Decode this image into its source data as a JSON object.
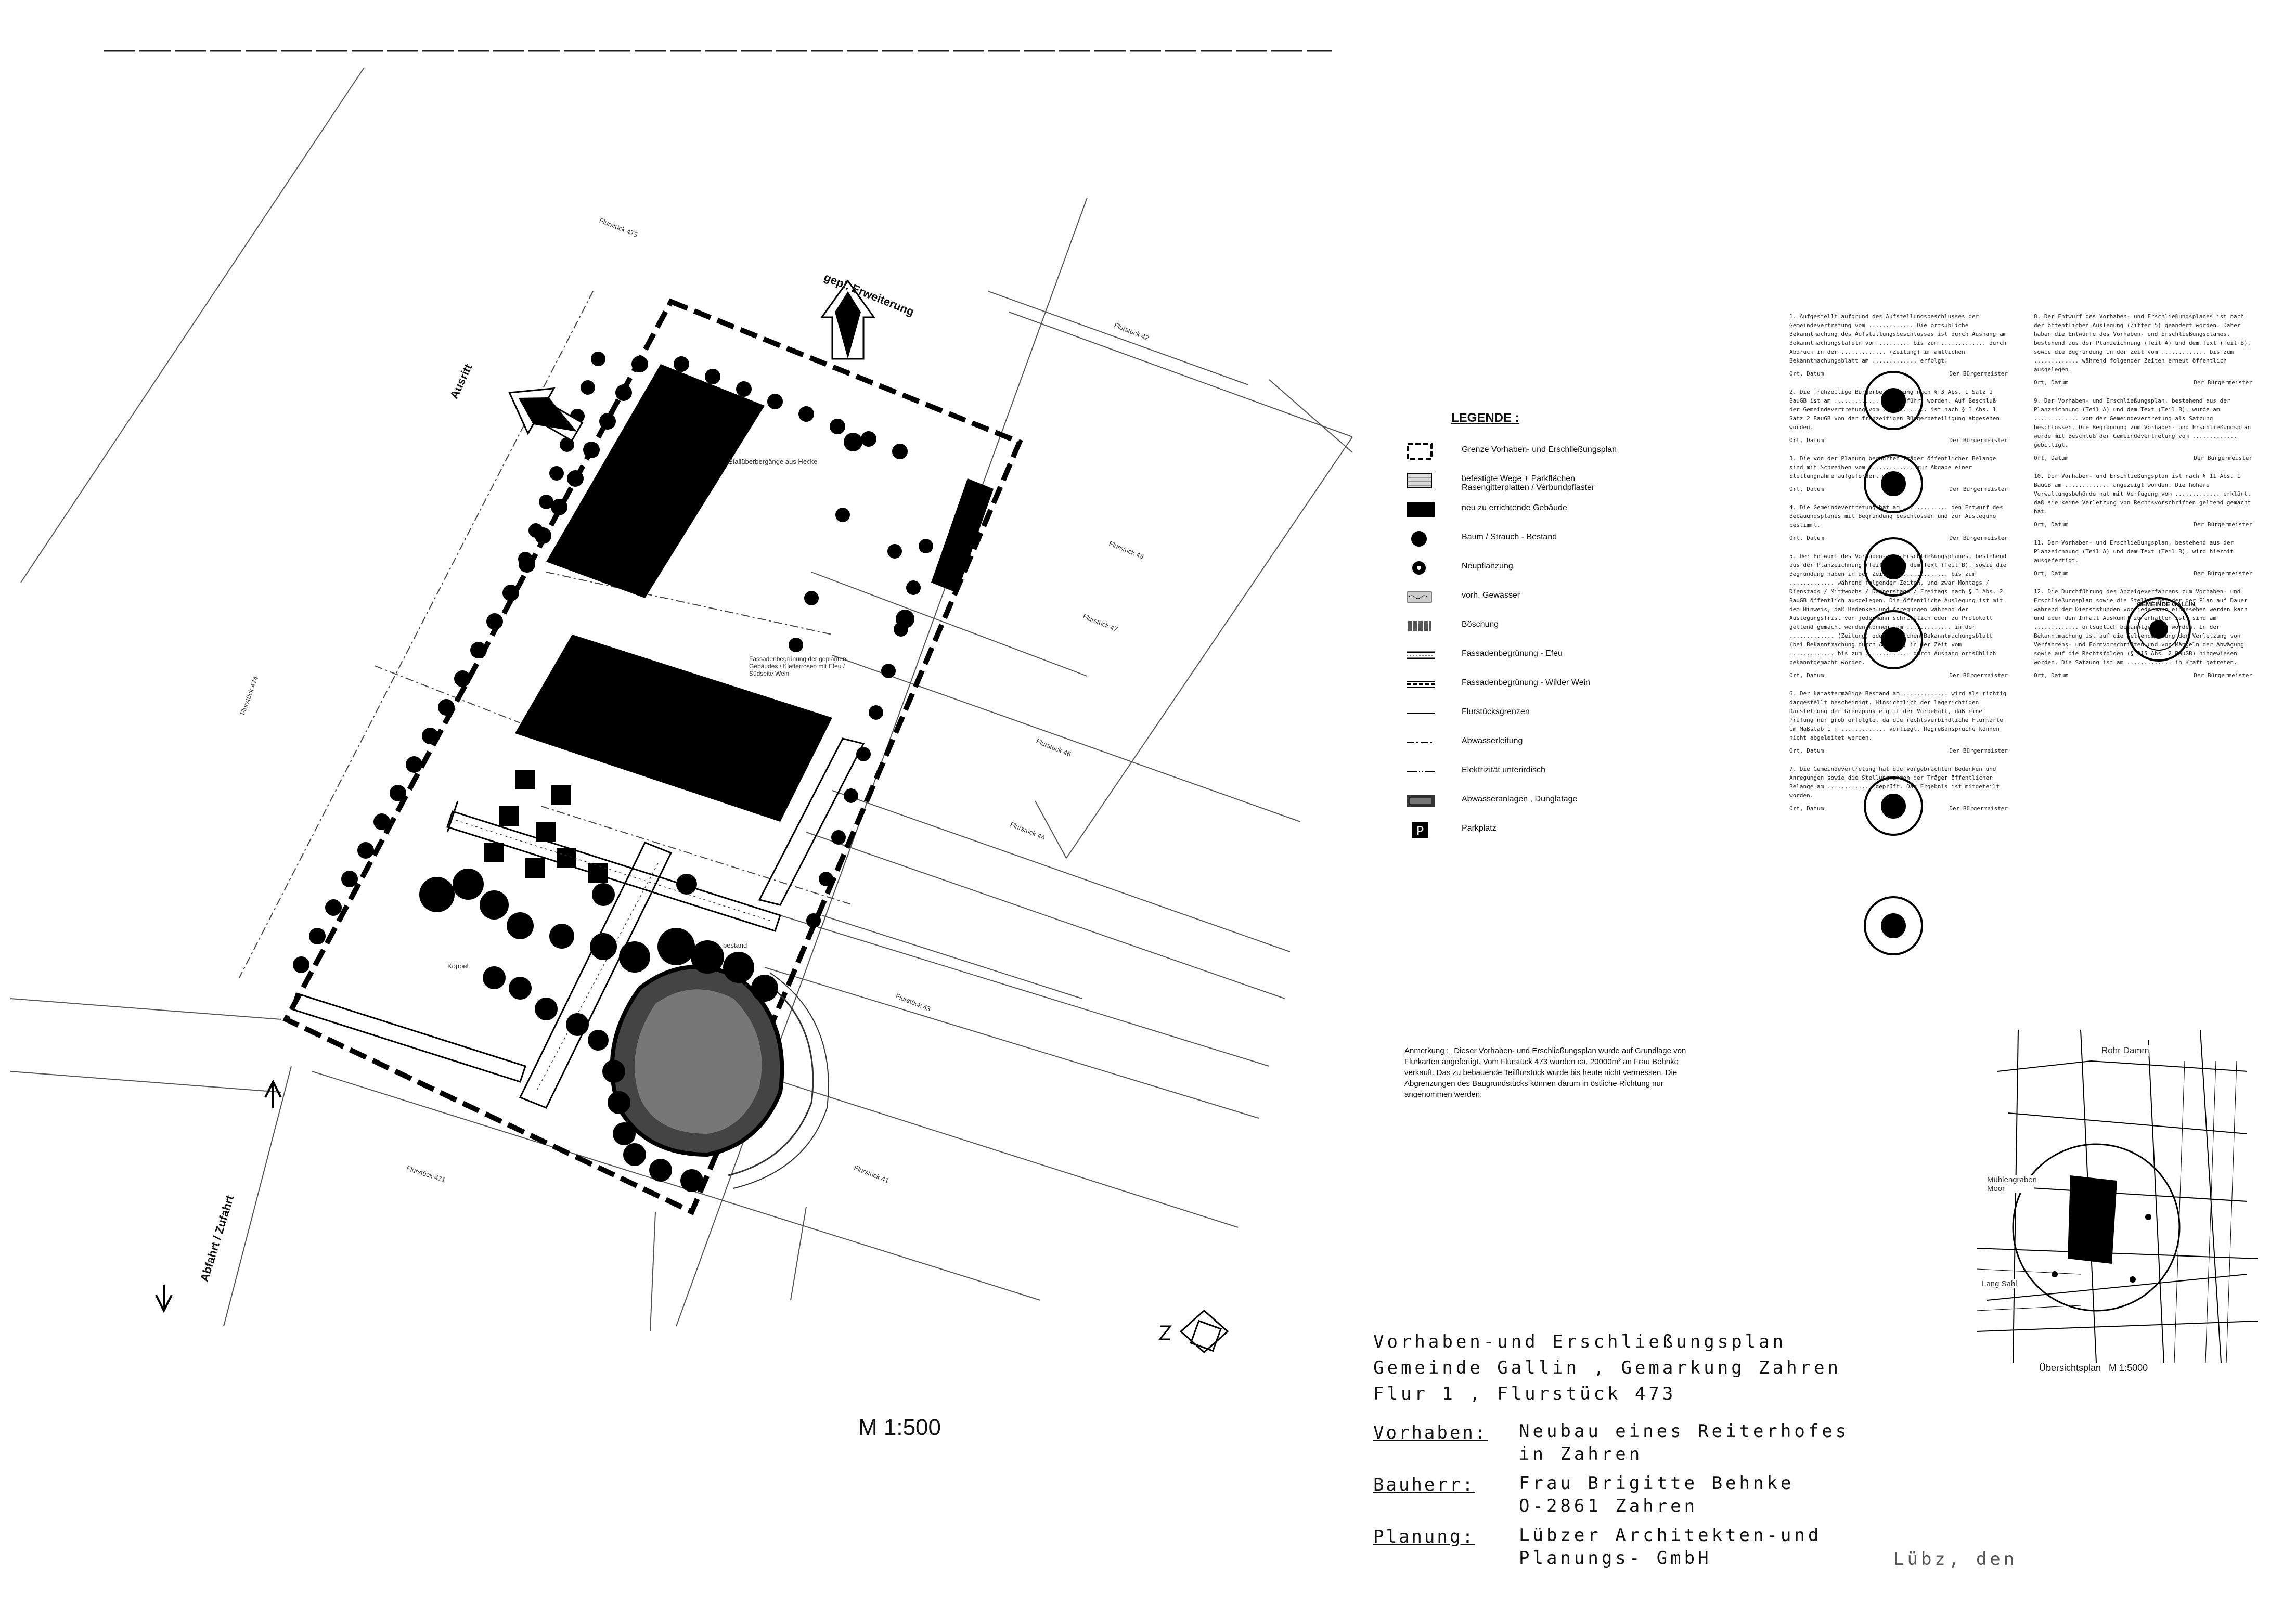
{
  "plan": {
    "labels": {
      "gepl_erweiterung": "gepl. Erweiterung",
      "ausritt": "Ausritt",
      "abfahrt_zufahrt": "Abfahrt / Zufahrt",
      "koppel": "Koppel",
      "bestand": "bestand",
      "parzelle_left": "Flurstück 474",
      "parzelle_bottom": "Flurstück 471",
      "note_buchenhecke": "Stallüberbergänge aus Hecke",
      "note_fassade": "Fassadenbegrünung der geplanten Gebäudes / Kletterrosen mit Efeu / Südseite Wein"
    },
    "lot_labels": [
      {
        "text": "Flurstück 475"
      },
      {
        "text": "Flurstück 48"
      },
      {
        "text": "Flurstück 47"
      },
      {
        "text": "Flurstück 46"
      },
      {
        "text": "Flurstück 44"
      },
      {
        "text": "Flurstück 43"
      },
      {
        "text": "Flurstück 42"
      },
      {
        "text": "Flurstück 41"
      }
    ]
  },
  "legend": {
    "title": "LEGENDE :",
    "items": [
      {
        "symbol": "dashed-boundary",
        "text": "Grenze Vorhaben- und Erschließungsplan"
      },
      {
        "symbol": "paved-hatch",
        "text": "befestigte Wege + Parkflächen\nRasengitterplatten / Verbundpflaster"
      },
      {
        "symbol": "building-black",
        "text": "neu zu errichtende Gebäude"
      },
      {
        "symbol": "tree-existing",
        "text": "Baum / Strauch - Bestand"
      },
      {
        "symbol": "tree-new",
        "text": "Neupflanzung"
      },
      {
        "symbol": "water",
        "text": "vorh. Gewässer"
      },
      {
        "symbol": "embankment",
        "text": "Böschung"
      },
      {
        "symbol": "facade-ivy",
        "text": "Fassadenbegrünung - Efeu"
      },
      {
        "symbol": "facade-vine",
        "text": "Fassadenbegrünung - Wilder Wein"
      },
      {
        "symbol": "parcel-line",
        "text": "Flurstücksgrenzen"
      },
      {
        "symbol": "sewer-line",
        "text": "Abwasserleitung"
      },
      {
        "symbol": "power-line",
        "text": "Elektrizität unterirdisch"
      },
      {
        "symbol": "sewage-plant",
        "text": "Abwasseranlagen , Dunglatage"
      },
      {
        "symbol": "parking",
        "text": "Parkplatz",
        "glyph": "P"
      }
    ]
  },
  "note": {
    "label": "Anmerkung :",
    "text": "Dieser Vorhaben- und Erschließungsplan wurde auf Grundlage von Flurkarten angefertigt. Vom Flurstück 473 wurden ca. 20000m² an Frau Behnke verkauft. Das zu bebauende Teilflurstück wurde bis heute nicht vermessen. Die Abgrenzungen des Baugrundstücks können darum in östliche Richtung nur angenommen werden."
  },
  "title_block": {
    "line1": "Vorhaben-und Erschließungsplan",
    "line2": "Gemeinde Gallin , Gemarkung Zahren",
    "line3": "Flur 1 , Flurstück 473",
    "vorhaben_label": "Vorhaben:",
    "vorhaben_value": "Neubau eines Reiterhofes\nin Zahren",
    "bauherr_label": "Bauherr:",
    "bauherr_value": "Frau Brigitte Behnke\nO-2861 Zahren",
    "planung_label": "Planung:",
    "planung_value": "Lübzer Architekten-und\nPlanungs- GmbH",
    "footer_sig": "Lübz, den"
  },
  "scale_main": "M 1:500",
  "overview": {
    "caption": "Übersichtsplan   M 1:5000",
    "place_labels": [
      "Rohr Damm",
      "Mühlengraben Moor",
      "Lang Sahl"
    ]
  },
  "procedure_notes": {
    "col1": [
      "1. Aufgestellt aufgrund des Aufstellungsbeschlusses der Gemeindevertretung vom ............. Die ortsübliche Bekanntmachung des Aufstellungsbeschlusses ist durch Aushang am Bekanntmachungstafeln vom ......... bis zum ............. durch Abdruck in der ............. (Zeitung) im amtlichen Bekanntmachungsblatt am ............. erfolgt.",
      "2. Die frühzeitige Bürgerbeteiligung nach § 3 Abs. 1 Satz 1 BauGB ist am ............. durchgeführt worden. Auf Beschluß der Gemeindevertretung vom ............. ist nach § 3 Abs. 1 Satz 2 BauGB von der frühzeitigen Bürgerbeteiligung abgesehen worden.",
      "3. Die von der Planung berührten Träger öffentlicher Belange sind mit Schreiben vom ............. zur Abgabe einer Stellungnahme aufgefordert worden.",
      "4. Die Gemeindevertretung hat am ............. den Entwurf des Bebauungsplanes mit Begründung beschlossen und zur Auslegung bestimmt.",
      "5. Der Entwurf des Vorhaben- und Erschließungsplanes, bestehend aus der Planzeichnung (Teil A) und dem Text (Teil B), sowie die Begründung haben in der Zeit vom ............. bis zum ............. während folgender Zeiten, und zwar Montags / Dienstags / Mittwochs / Donnerstags / Freitags nach § 3 Abs. 2 BauGB öffentlich ausgelegen. Die öffentliche Auslegung ist mit dem Hinweis, daß Bedenken und Anregungen während der Auslegungsfrist von jedermann schriftlich oder zu Protokoll geltend gemacht werden können, am ............. in der ............. (Zeitung) oder amtlichen Bekanntmachungsblatt (bei Bekanntmachung durch Aushang) in der Zeit vom ............. bis zum ............. durch Aushang ortsüblich bekanntgemacht worden.",
      "6. Der katastermäßige Bestand am ............. wird als richtig dargestellt bescheinigt. Hinsichtlich der lagerichtigen Darstellung der Grenzpunkte gilt der Vorbehalt, daß eine Prüfung nur grob erfolgte, da die rechtsverbindliche Flurkarte im Maßstab 1 : ............. vorliegt. Regreßansprüche können nicht abgeleitet werden.",
      "7. Die Gemeindevertretung hat die vorgebrachten Bedenken und Anregungen sowie die Stellungnahmen der Träger öffentlicher Belange am ............. geprüft. Das Ergebnis ist mitgeteilt worden."
    ],
    "col2": [
      "8. Der Entwurf des Vorhaben- und Erschließungsplanes ist nach der öffentlichen Auslegung (Ziffer 5) geändert worden. Daher haben die Entwürfe des Vorhaben- und Erschließungsplanes, bestehend aus der Planzeichnung (Teil A) und dem Text (Teil B), sowie die Begründung in der Zeit vom ............. bis zum ............. während folgender Zeiten erneut öffentlich ausgelegen.",
      "9. Der Vorhaben- und Erschließungsplan, bestehend aus der Planzeichnung (Teil A) und dem Text (Teil B), wurde am ............. von der Gemeindevertretung als Satzung beschlossen. Die Begründung zum Vorhaben- und Erschließungsplan wurde mit Beschluß der Gemeindevertretung vom ............. gebilligt.",
      "10. Der Vorhaben- und Erschließungsplan ist nach § 11 Abs. 1 BauGB am ............. angezeigt worden. Die höhere Verwaltungsbehörde hat mit Verfügung vom ............. erklärt, daß sie keine Verletzung von Rechtsvorschriften geltend gemacht hat.",
      "11. Der Vorhaben- und Erschließungsplan, bestehend aus der Planzeichnung (Teil A) und dem Text (Teil B), wird hiermit ausgefertigt.",
      "12. Die Durchführung des Anzeigeverfahrens zum Vorhaben- und Erschließungsplan sowie die Stelle, bei der der Plan auf Dauer während der Dienststunden von jedermann eingesehen werden kann und über den Inhalt Auskunft zu erhalten ist, sind am ............. ortsüblich bekanntgemacht worden. In der Bekanntmachung ist auf die Geltendmachung der Verletzung von Verfahrens- und Formvorschriften und von Mängeln der Abwägung sowie auf die Rechtsfolgen (§ 215 Abs. 2 BauGB) hingewiesen worden. Die Satzung ist am ............. in Kraft getreten."
    ],
    "signature_text": "Ort, Datum",
    "mayor_text": "Der Bürgermeister",
    "seal_text": "GEMEINDE GALLIN"
  }
}
